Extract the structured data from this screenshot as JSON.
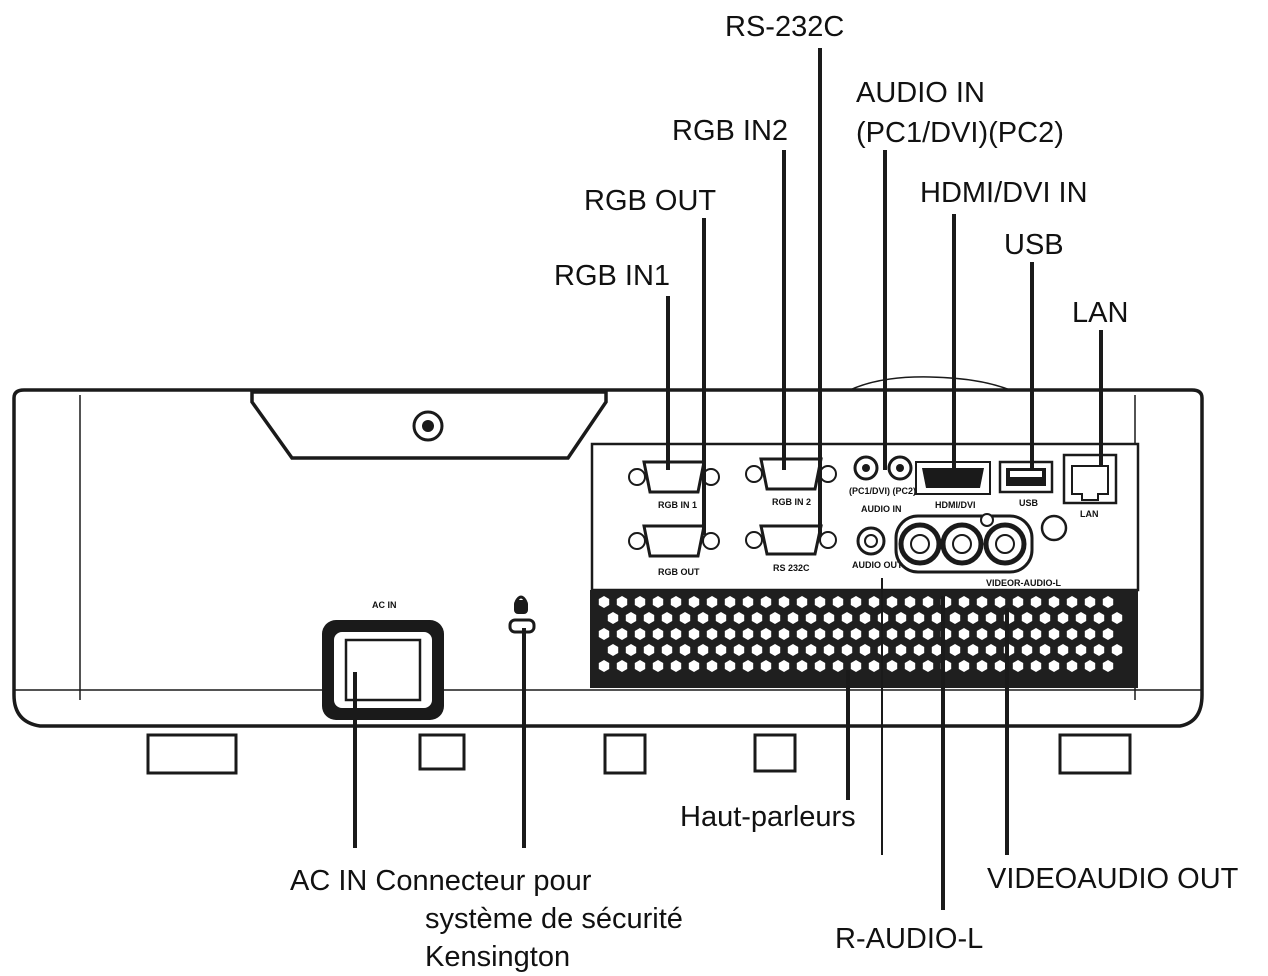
{
  "callouts": {
    "rs232c": "RS-232C",
    "audio_in_line1": "AUDIO IN",
    "audio_in_line2": "(PC1/DVI)(PC2)",
    "rgb_in2": "RGB IN2",
    "hdmi_dvi_in": "HDMI/DVI IN",
    "rgb_out": "RGB OUT",
    "usb": "USB",
    "rgb_in1": "RGB IN1",
    "lan": "LAN",
    "haut_parleurs": "Haut-parleurs",
    "ac_in_kensington_line1": "AC IN Connecteur pour",
    "ac_in_kensington_line2": "système de sécurité",
    "ac_in_kensington_line3": "Kensington",
    "videoaudio_out": "VIDEOAUDIO OUT",
    "r_audio_l": "R-AUDIO-L"
  },
  "panel_labels": {
    "rgb_in_1": "RGB IN 1",
    "rgb_in_2": "RGB IN 2",
    "rgb_out": "RGB OUT",
    "rs_232c": "RS 232C",
    "pc1_dvi_pc2": "(PC1/DVI) (PC2)",
    "audio_in": "AUDIO IN",
    "hdmi_dvi": "HDMI/DVI",
    "usb": "USB",
    "lan": "LAN",
    "audio_out": "AUDIO OUT",
    "video_audio_l": "VIDEOR-AUDIO-L",
    "ac_in": "AC IN"
  }
}
